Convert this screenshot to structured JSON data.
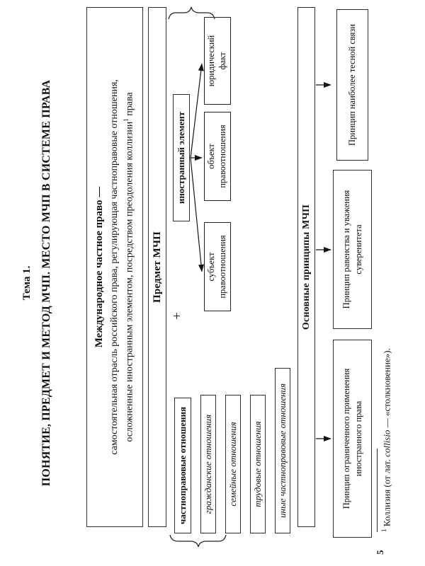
{
  "page": {
    "number": "5"
  },
  "title": {
    "line1": "Тема 1.",
    "line2": "ПОНЯТИЕ, ПРЕДМЕТ И МЕТОД МЧП. МЕСТО МЧП В СИСТЕМЕ ПРАВА"
  },
  "definition": {
    "heading": "Международное частное право —",
    "body_line1": "самостоятельная отрасль российского права, регулирующая частноправовые отношения,",
    "body_line2_pre": "осложненные иностранным элементом, посредством преодоления коллизии",
    "body_line2_sup": "1",
    "body_line2_post": " права"
  },
  "predmet": {
    "header": "Предмет МЧП",
    "formula": {
      "left_operand": "частноправовые отношения",
      "operator": "+",
      "right_operand": "иностранный элемент"
    },
    "relation_types": [
      "гражданские отношения",
      "семейные отношения",
      "трудовые отношения",
      "иные частноправовые отношения"
    ],
    "element_aspects": [
      {
        "line1": "субъект",
        "line2": "правоотношения"
      },
      {
        "line1": "объект",
        "line2": "правоотношения"
      },
      {
        "line1": "юридический",
        "line2": "факт"
      }
    ]
  },
  "principles": {
    "header": "Основные принципы МЧП",
    "items": [
      {
        "line1": "Принцип ограниченного применения",
        "line2": "иностранного права"
      },
      {
        "line1": "Принцип равенства и уважения",
        "line2": "суверенитета"
      },
      {
        "line1": "Принцип наиболее тесной связи",
        "line2": ""
      }
    ]
  },
  "footnote": {
    "marker": "1",
    "text_pre": " Коллизия (от лат. ",
    "term": "collisio",
    "text_post": " — «столкновение»)."
  },
  "colors": {
    "ink": "#111111",
    "page": "#ffffff"
  }
}
